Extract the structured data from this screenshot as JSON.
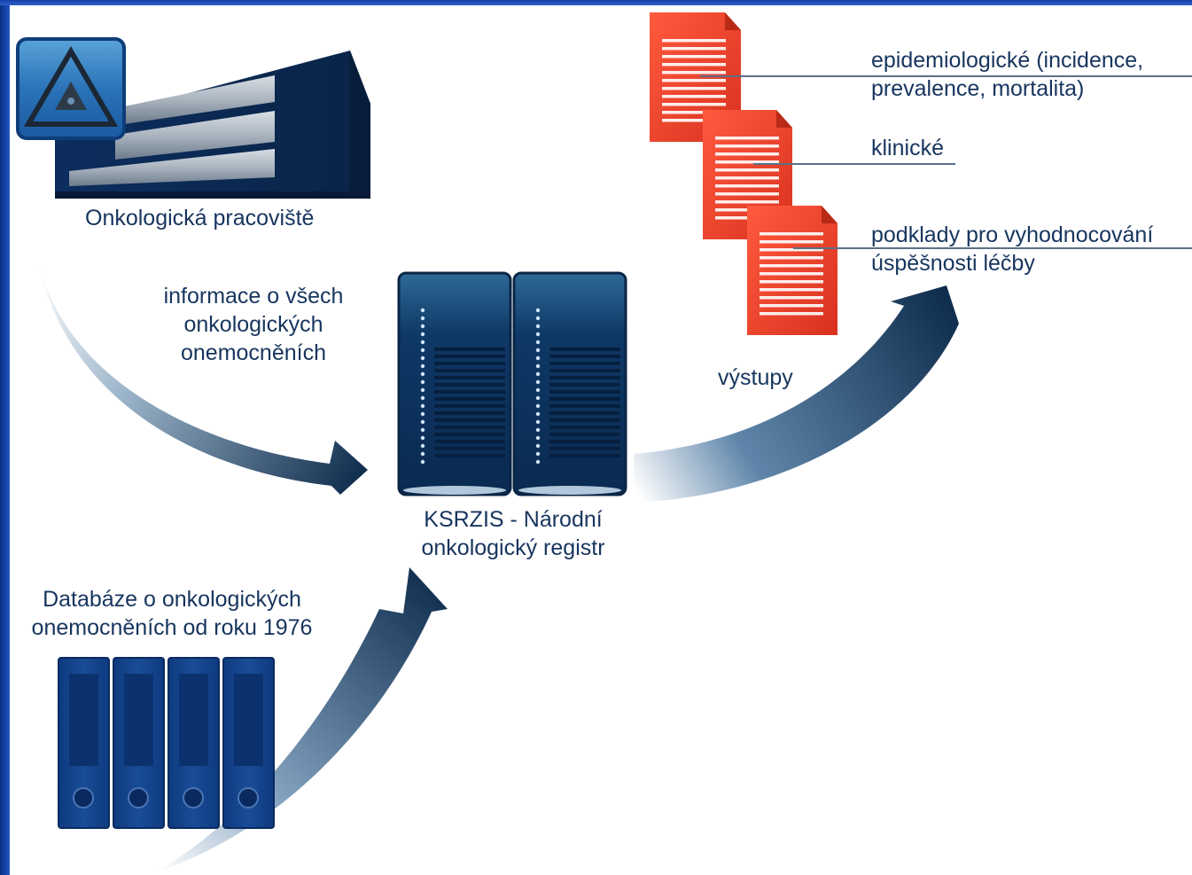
{
  "labels": {
    "onkologicka_pracoviste": "Onkologická pracoviště",
    "informace": [
      "informace o všech",
      "onkologických",
      "onemocněních"
    ],
    "registr": [
      "KSRZIS - Národní",
      "onkologický registr"
    ],
    "databaze": [
      "Databáze o onkologických",
      "onemocněních od roku 1976"
    ],
    "vystupy": "výstupy",
    "epidemiologicke": [
      "epidemiologické (incidence,",
      "prevalence, mortalita)"
    ],
    "klinicke": "klinické",
    "podklady": [
      "podklady pro vyhodnocování",
      "úspěšnosti léčby"
    ]
  },
  "colors": {
    "frame_blue": "#1a4aa8",
    "arrow_dark": "#0c2a4a",
    "building_navy": "#0b2a57",
    "server_navy": "#0d3566",
    "binder_blue": "#123f8a",
    "document_red": "#e8432c",
    "label_text": "#17355e"
  },
  "icons": {
    "building": "hospital-building-icon",
    "radiation_sign": "radiation-warning-icon",
    "server": "server-rack-icon",
    "binders": "binder-archive-icon",
    "documents": "report-document-icon"
  }
}
